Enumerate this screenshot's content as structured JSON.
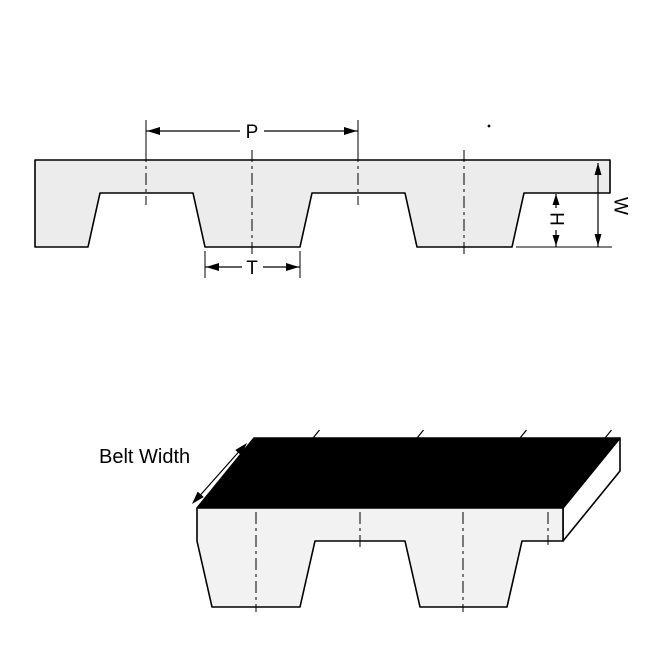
{
  "labels": {
    "pitch": "P",
    "tooth_width": "T",
    "tooth_height": "H",
    "belt_thickness": "W",
    "belt_width": "Belt Width"
  },
  "colors": {
    "background": "#ffffff",
    "line": "#000000",
    "section_fill": "#ececec",
    "front_face_fill": "#f2f2f2",
    "top_face_fill": "#000000",
    "end_face_fill": "#ffffff"
  }
}
